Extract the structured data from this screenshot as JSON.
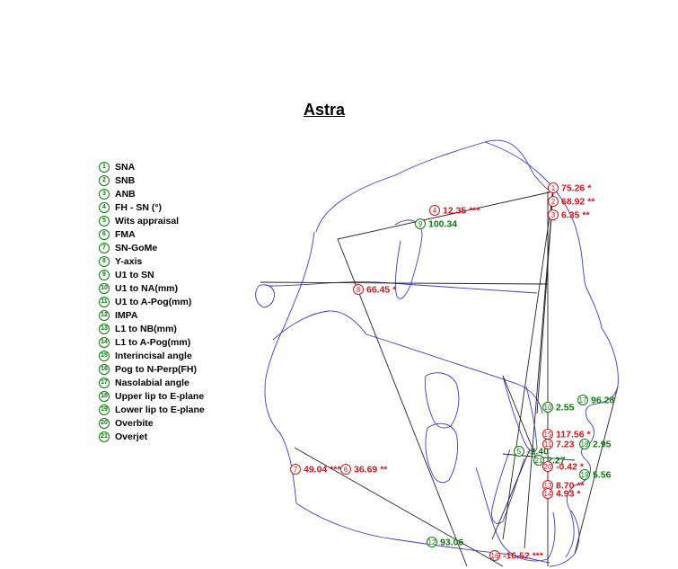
{
  "title": "Astra",
  "colors": {
    "normal": "#0a7a0a",
    "abnormal": "#d8141c",
    "tracing": "#3a3ad0",
    "lines": "#222222"
  },
  "legend": [
    {
      "num": "1",
      "label": "SNA"
    },
    {
      "num": "2",
      "label": "SNB"
    },
    {
      "num": "3",
      "label": "ANB"
    },
    {
      "num": "4",
      "label": "FH - SN (°)"
    },
    {
      "num": "5",
      "label": "Wits appraisal"
    },
    {
      "num": "6",
      "label": "FMA"
    },
    {
      "num": "7",
      "label": "SN-GoMe"
    },
    {
      "num": "8",
      "label": "Y-axis"
    },
    {
      "num": "9",
      "label": "U1 to SN"
    },
    {
      "num": "10",
      "label": "U1 to NA(mm)"
    },
    {
      "num": "11",
      "label": "U1 to A-Pog(mm)"
    },
    {
      "num": "12",
      "label": "IMPA"
    },
    {
      "num": "13",
      "label": "L1 to NB(mm)"
    },
    {
      "num": "14",
      "label": "L1 to A-Pog(mm)"
    },
    {
      "num": "15",
      "label": "Interincisal angle"
    },
    {
      "num": "16",
      "label": "Pog to N-Perp(FH)"
    },
    {
      "num": "17",
      "label": "Nasolabial angle"
    },
    {
      "num": "18",
      "label": "Upper lip to E-plane"
    },
    {
      "num": "19",
      "label": "Lower lip to E-plane"
    },
    {
      "num": "20",
      "label": "Overbite"
    },
    {
      "num": "21",
      "label": "Overjet"
    }
  ],
  "measurements": [
    {
      "num": "1",
      "value": "75.26 *",
      "status": "abnormal"
    },
    {
      "num": "2",
      "value": "68.92 **",
      "status": "abnormal"
    },
    {
      "num": "3",
      "value": "6.35 **",
      "status": "abnormal"
    },
    {
      "num": "4",
      "value": "12.35 ***",
      "status": "abnormal"
    },
    {
      "num": "9",
      "value": "100.34",
      "status": "normal"
    },
    {
      "num": "8",
      "value": "66.45 *",
      "status": "abnormal"
    },
    {
      "num": "10",
      "value": "2.55",
      "status": "normal"
    },
    {
      "num": "17",
      "value": "96.28",
      "status": "normal"
    },
    {
      "num": "15",
      "value": "117.56 *",
      "status": "abnormal"
    },
    {
      "num": "11",
      "value": "7.23",
      "status": "abnormal"
    },
    {
      "num": "18",
      "value": "2.95",
      "status": "normal"
    },
    {
      "num": "5",
      "value": "-2.40",
      "status": "normal"
    },
    {
      "num": "21",
      "value": "2.27",
      "status": "normal"
    },
    {
      "num": "20",
      "value": "-0.42 *",
      "status": "abnormal"
    },
    {
      "num": "19",
      "value": "5.56",
      "status": "normal"
    },
    {
      "num": "7",
      "value": "49.04 ***",
      "status": "abnormal"
    },
    {
      "num": "6",
      "value": "36.69 **",
      "status": "abnormal"
    },
    {
      "num": "13",
      "value": "8.70 **",
      "status": "abnormal"
    },
    {
      "num": "14",
      "value": "4.93 *",
      "status": "abnormal"
    },
    {
      "num": "12",
      "value": "93.06",
      "status": "normal"
    },
    {
      "num": "16",
      "value": "-16.52 ***",
      "status": "abnormal"
    }
  ]
}
